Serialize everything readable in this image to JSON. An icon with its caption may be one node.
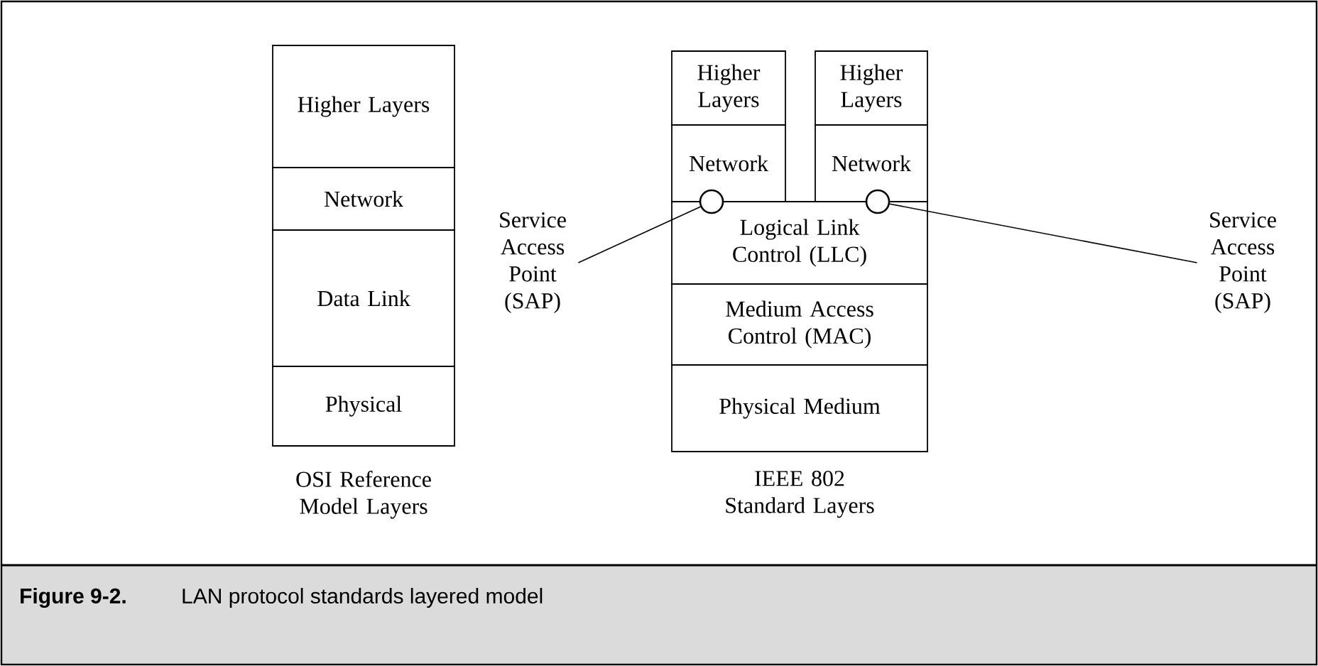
{
  "diagram": {
    "title": "Figure 9-2.",
    "caption": "LAN protocol standards layered model",
    "nodes": [
      {
        "text": [
          "Higher Layers"
        ]
      },
      {
        "text": [
          "Network"
        ]
      },
      {
        "text": [
          "Data Link"
        ]
      },
      {
        "text": [
          "Physical"
        ]
      },
      {
        "text": [
          "Higher Layers"
        ]
      },
      {
        "text": [
          "Network"
        ]
      },
      {
        "text": [
          "Higher Layers"
        ]
      },
      {
        "text": [
          "Network"
        ]
      },
      {
        "text": [
          "Logical Link Control (LLC)"
        ]
      },
      {
        "text": [
          "Medium Access Control (MAC)"
        ]
      },
      {
        "text": [
          "Physical Medium"
        ]
      },
      {
        "text": [
          "Service Access Point (SAP)"
        ]
      },
      {
        "text": [],
        "shape": "circle"
      },
      {
        "text": [
          "Service Access Point (SAP)"
        ]
      },
      {
        "text": [],
        "shape": "circle"
      }
    ],
    "edges": [
      {
        "from": 11,
        "to": 12,
        "arrow": "none"
      },
      {
        "from": 13,
        "to": 14,
        "arrow": "none"
      }
    ],
    "labels": [
      "OSI Reference Model Layers",
      "IEEE 802 Standard Layers"
    ]
  }
}
